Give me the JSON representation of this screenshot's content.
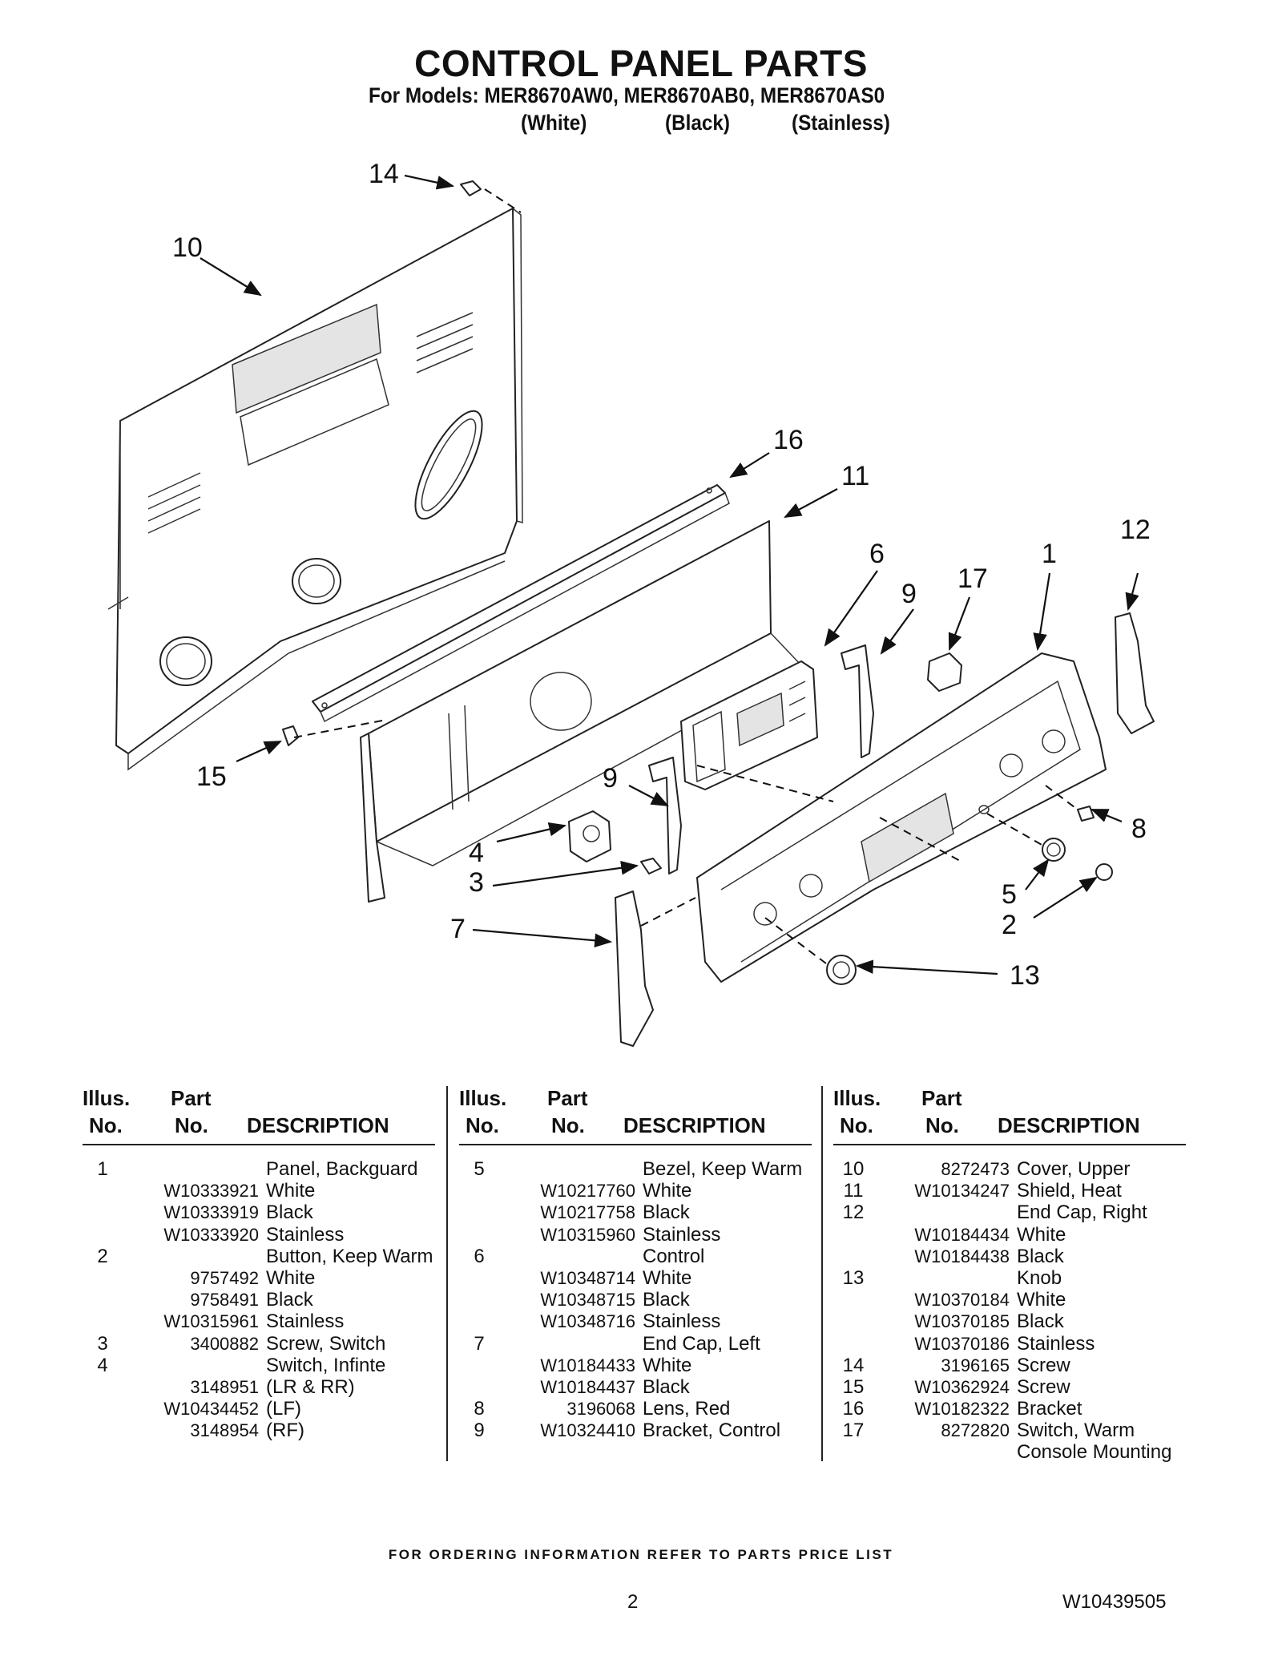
{
  "header": {
    "title": "CONTROL PANEL PARTS",
    "subtitle": "For Models: MER8670AW0, MER8670AB0, MER8670AS0",
    "color_labels": [
      "(White)",
      "(Black)",
      "(Stainless)"
    ]
  },
  "diagram": {
    "callouts": [
      "14",
      "10",
      "16",
      "11",
      "12",
      "6",
      "17",
      "1",
      "9",
      "15",
      "9",
      "4",
      "8",
      "3",
      "5",
      "2",
      "7",
      "13"
    ]
  },
  "table": {
    "headers": {
      "illus_top": "Illus.",
      "illus_bottom": "No.",
      "part_top": "Part",
      "part_bottom": "No.",
      "description": "DESCRIPTION"
    },
    "columns": [
      [
        {
          "illus": "1",
          "part": "",
          "desc": "Panel, Backguard"
        },
        {
          "illus": "",
          "part": "W10333921",
          "desc": "White"
        },
        {
          "illus": "",
          "part": "W10333919",
          "desc": "Black"
        },
        {
          "illus": "",
          "part": "W10333920",
          "desc": "Stainless"
        },
        {
          "illus": "2",
          "part": "",
          "desc": "Button, Keep Warm"
        },
        {
          "illus": "",
          "part": "9757492",
          "desc": "White"
        },
        {
          "illus": "",
          "part": "9758491",
          "desc": "Black"
        },
        {
          "illus": "",
          "part": "W10315961",
          "desc": "Stainless"
        },
        {
          "illus": "3",
          "part": "3400882",
          "desc": "Screw, Switch"
        },
        {
          "illus": "4",
          "part": "",
          "desc": "Switch, Infinte"
        },
        {
          "illus": "",
          "part": "3148951",
          "desc": "(LR & RR)"
        },
        {
          "illus": "",
          "part": "W10434452",
          "desc": "(LF)"
        },
        {
          "illus": "",
          "part": "3148954",
          "desc": "(RF)"
        }
      ],
      [
        {
          "illus": "5",
          "part": "",
          "desc": "Bezel, Keep Warm"
        },
        {
          "illus": "",
          "part": "W10217760",
          "desc": "White"
        },
        {
          "illus": "",
          "part": "W10217758",
          "desc": "Black"
        },
        {
          "illus": "",
          "part": "W10315960",
          "desc": "Stainless"
        },
        {
          "illus": "6",
          "part": "",
          "desc": "Control"
        },
        {
          "illus": "",
          "part": "W10348714",
          "desc": "White"
        },
        {
          "illus": "",
          "part": "W10348715",
          "desc": "Black"
        },
        {
          "illus": "",
          "part": "W10348716",
          "desc": "Stainless"
        },
        {
          "illus": "7",
          "part": "",
          "desc": "End Cap, Left"
        },
        {
          "illus": "",
          "part": "W10184433",
          "desc": "White"
        },
        {
          "illus": "",
          "part": "W10184437",
          "desc": "Black"
        },
        {
          "illus": "8",
          "part": "3196068",
          "desc": "Lens, Red"
        },
        {
          "illus": "9",
          "part": "W10324410",
          "desc": "Bracket, Control"
        }
      ],
      [
        {
          "illus": "10",
          "part": "8272473",
          "desc": "Cover, Upper"
        },
        {
          "illus": "11",
          "part": "W10134247",
          "desc": "Shield, Heat"
        },
        {
          "illus": "12",
          "part": "",
          "desc": "End Cap, Right"
        },
        {
          "illus": "",
          "part": "W10184434",
          "desc": "White"
        },
        {
          "illus": "",
          "part": "W10184438",
          "desc": "Black"
        },
        {
          "illus": "13",
          "part": "",
          "desc": "Knob"
        },
        {
          "illus": "",
          "part": "W10370184",
          "desc": "White"
        },
        {
          "illus": "",
          "part": "W10370185",
          "desc": "Black"
        },
        {
          "illus": "",
          "part": "W10370186",
          "desc": "Stainless"
        },
        {
          "illus": "14",
          "part": "3196165",
          "desc": "Screw"
        },
        {
          "illus": "15",
          "part": "W10362924",
          "desc": "Screw"
        },
        {
          "illus": "16",
          "part": "W10182322",
          "desc": "Bracket"
        },
        {
          "illus": "17",
          "part": "8272820",
          "desc": "Switch, Warm"
        },
        {
          "illus": "",
          "part": "",
          "desc": "Console Mounting"
        }
      ]
    ]
  },
  "footer": {
    "ordering_note": "FOR ORDERING INFORMATION REFER TO PARTS PRICE LIST",
    "page_number": "2",
    "document_number": "W10439505"
  }
}
